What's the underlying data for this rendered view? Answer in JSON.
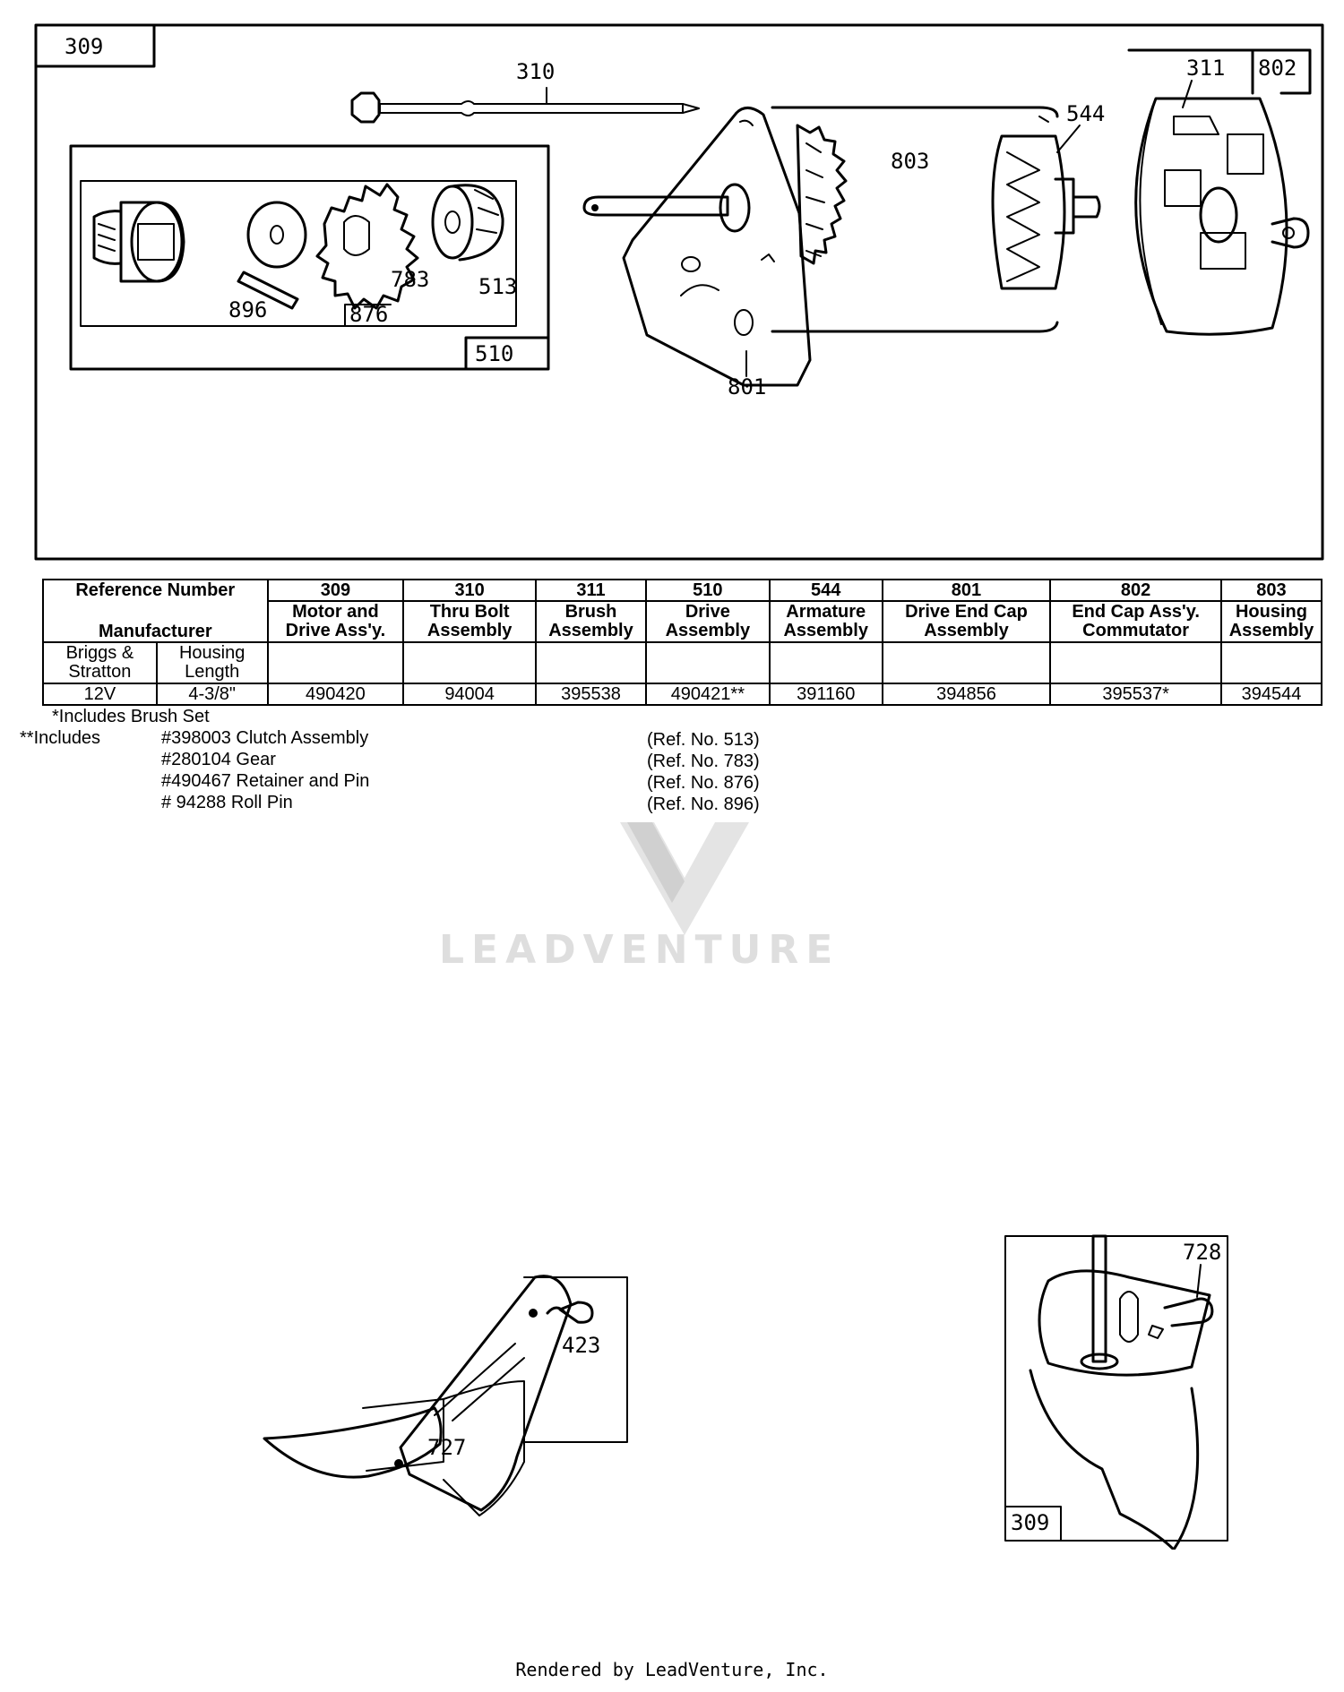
{
  "diagram": {
    "assembly_box_label": "309",
    "callouts": {
      "c310": "310",
      "c311": "311",
      "c802": "802",
      "c544": "544",
      "c803": "803",
      "c801": "801",
      "c896": "896",
      "c783": "783",
      "c513": "513",
      "c876": "876",
      "c510": "510",
      "c423": "423",
      "c727": "727",
      "c728": "728",
      "c309b": "309"
    }
  },
  "table": {
    "ref_header": "Reference Number",
    "mfr_header": "Manufacturer",
    "col1_header": "Briggs & Stratton",
    "col2_header": "Housing Length",
    "columns": [
      {
        "ref": "309",
        "desc": "Motor and Drive Ass'y.",
        "part": "490420"
      },
      {
        "ref": "310",
        "desc": "Thru Bolt Assembly",
        "part": "94004"
      },
      {
        "ref": "311",
        "desc": "Brush Assembly",
        "part": "395538"
      },
      {
        "ref": "510",
        "desc": "Drive Assembly",
        "part": "490421**"
      },
      {
        "ref": "544",
        "desc": "Armature Assembly",
        "part": "391160"
      },
      {
        "ref": "801",
        "desc": "Drive End Cap Assembly",
        "part": "394856"
      },
      {
        "ref": "802",
        "desc": "End Cap Ass'y. Commutator",
        "part": "395537*"
      },
      {
        "ref": "803",
        "desc": "Housing Assembly",
        "part": "394544"
      }
    ],
    "voltage": "12V",
    "length": "4-3/8\""
  },
  "notes": {
    "note1": "*Includes Brush Set",
    "note2_prefix": "**Includes",
    "items": [
      {
        "part": "#398003 Clutch Assembly",
        "ref": "(Ref. No. 513)"
      },
      {
        "part": "#280104 Gear",
        "ref": "(Ref. No. 783)"
      },
      {
        "part": "#490467 Retainer and Pin",
        "ref": "(Ref. No. 876)"
      },
      {
        "part": "# 94288 Roll Pin",
        "ref": "(Ref. No. 896)"
      }
    ]
  },
  "watermark": "LEADVENTURE",
  "footer": "Rendered by LeadVenture, Inc."
}
